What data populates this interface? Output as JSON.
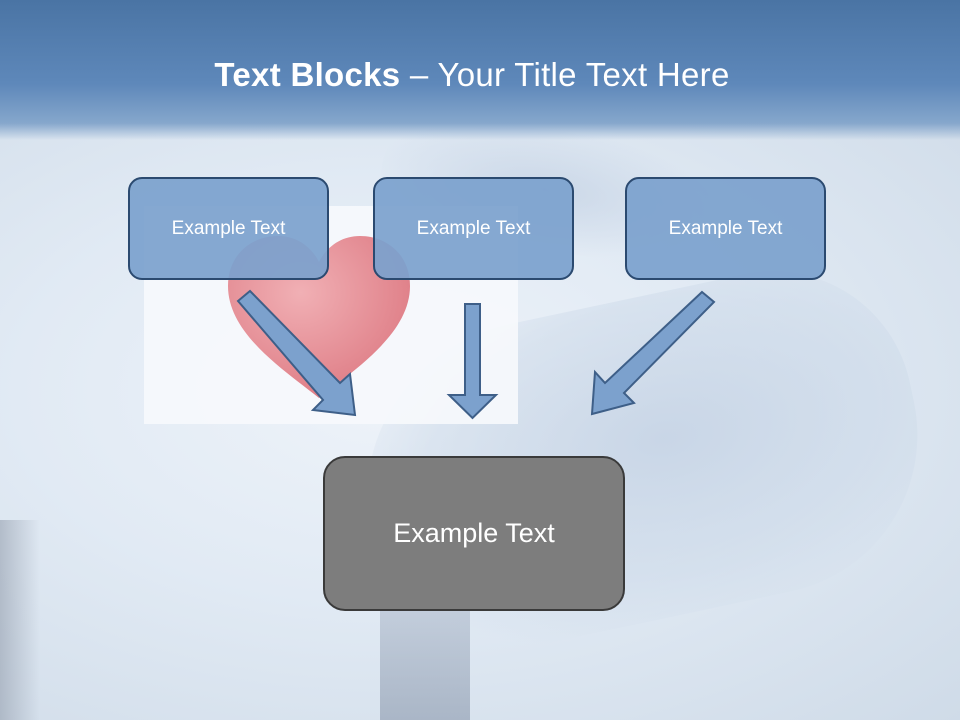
{
  "slide": {
    "title_bold": "Text Blocks",
    "title_sep": " – ",
    "title_rest": "Your Title Text Here"
  },
  "blocks": {
    "left": "Example Text",
    "center": "Example Text",
    "right": "Example Text",
    "main": "Example Text"
  },
  "colors": {
    "title_bar": "#5e88ba",
    "block_fill": "#7ca1cd",
    "block_border": "#2b4a70",
    "main_fill": "#7d7d7d",
    "arrow_fill": "#7ca1cd",
    "heart": "#e07a82"
  }
}
